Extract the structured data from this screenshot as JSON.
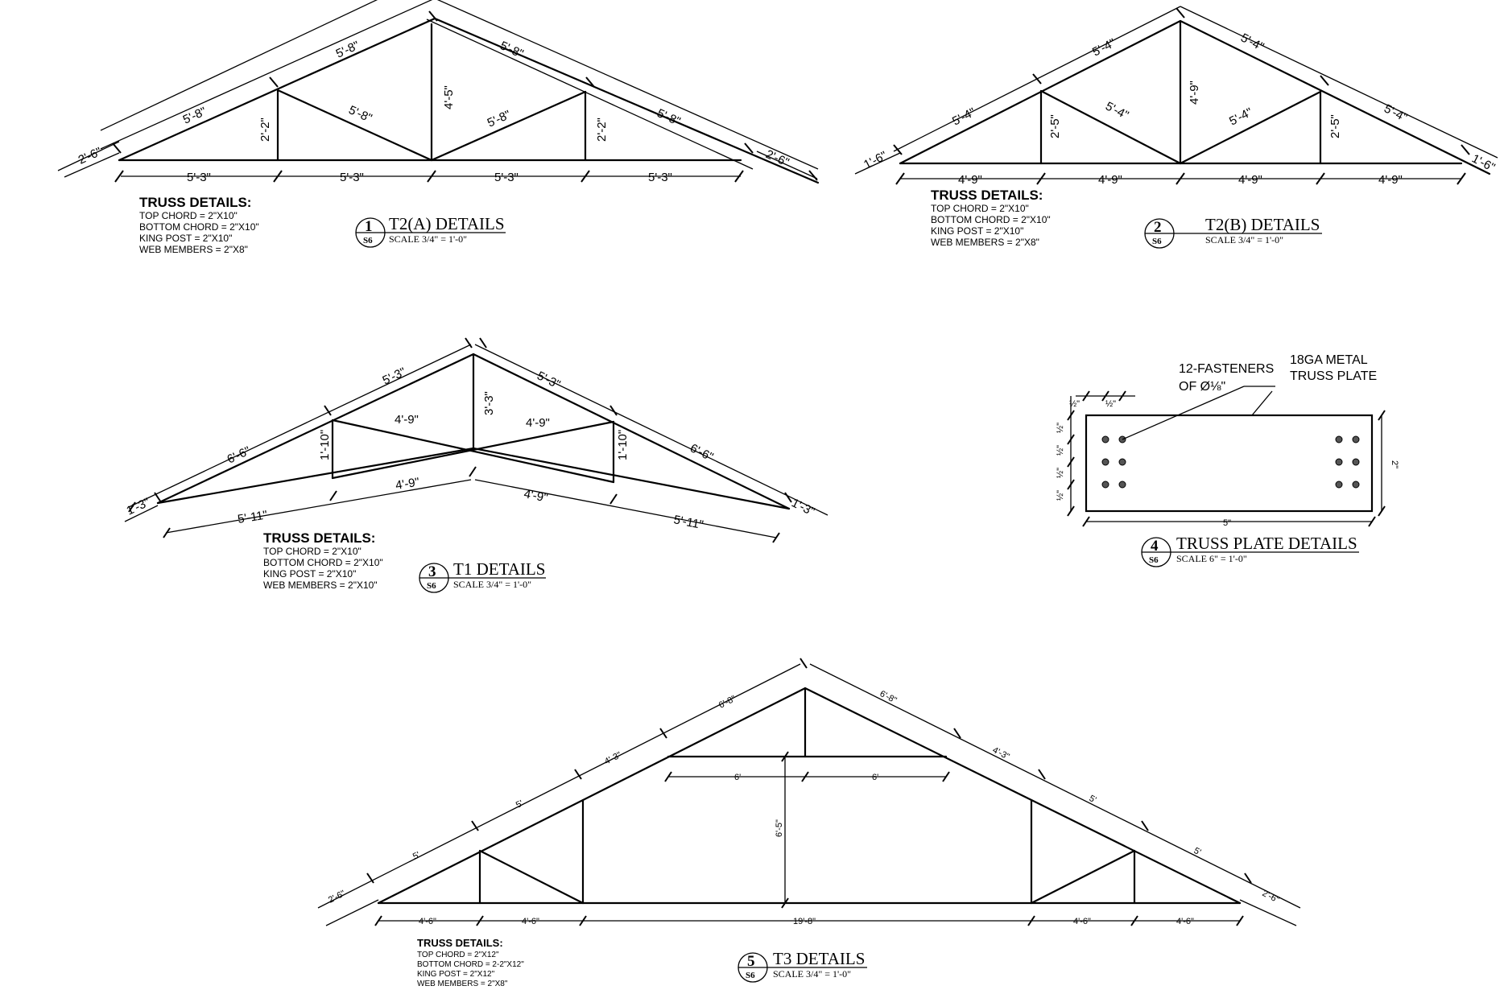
{
  "details": [
    {
      "id": "t2a",
      "number": "1",
      "sheet": "S6",
      "title": "T2(A) DETAILS",
      "scale": "SCALE 3/4\" = 1'-0\"",
      "dims": {
        "left_tail": "2'-6\"",
        "right_tail": "2'-6\"",
        "top_l1": "5'-8\"",
        "top_l2": "5'-8\"",
        "top_r1": "5'-8\"",
        "top_r2": "5'-8\"",
        "web_l": "5'-8\"",
        "web_r": "5'-8\"",
        "post_l": "2'-2\"",
        "post_r": "2'-2\"",
        "king": "4'-5\"",
        "bot1": "5'-3\"",
        "bot2": "5'-3\"",
        "bot3": "5'-3\"",
        "bot4": "5'-3\""
      },
      "notes": {
        "heading": "TRUSS DETAILS:",
        "lines": [
          "TOP CHORD = 2\"X10\"",
          "BOTTOM CHORD = 2\"X10\"",
          "KING POST = 2\"X10\"",
          "WEB MEMBERS = 2\"X8\""
        ]
      }
    },
    {
      "id": "t2b",
      "number": "2",
      "sheet": "S6",
      "title": "T2(B) DETAILS",
      "scale": "SCALE 3/4\" = 1'-0\"",
      "dims": {
        "left_tail": "1'-6\"",
        "right_tail": "1'-6\"",
        "top_l1": "5'-4\"",
        "top_l2": "5'-4\"",
        "top_r1": "5'-4\"",
        "top_r2": "5'-4\"",
        "web_l": "5'-4\"",
        "web_r": "5'-4\"",
        "post_l": "2'-5\"",
        "post_r": "2'-5\"",
        "king": "4'-9\"",
        "bot1": "4'-9\"",
        "bot2": "4'-9\"",
        "bot3": "4'-9\"",
        "bot4": "4'-9\""
      },
      "notes": {
        "heading": "TRUSS DETAILS:",
        "lines": [
          "TOP CHORD = 2\"X10\"",
          "BOTTOM CHORD = 2\"X10\"",
          "KING POST = 2\"X10\"",
          "WEB MEMBERS = 2\"X8\""
        ]
      }
    },
    {
      "id": "t1",
      "number": "3",
      "sheet": "S6",
      "title": "T1 DETAILS",
      "scale": "SCALE 3/4\" = 1'-0\"",
      "dims": {
        "left_tail": "1'-3\"",
        "right_tail": "1'-3\"",
        "top_l1": "6'-6\"",
        "top_l2": "5'-3\"",
        "top_r1": "5'-3\"",
        "top_r2": "6'-6\"",
        "web_l": "4'-9\"",
        "web_r": "4'-9\"",
        "post_l": "1'-10\"",
        "post_r": "1'-10\"",
        "king": "3'-3\"",
        "bot1": "5'-11\"",
        "bot2": "4'-9\"",
        "bot3": "4'-9\"",
        "bot4": "5'-11\""
      },
      "notes": {
        "heading": "TRUSS DETAILS:",
        "lines": [
          "TOP CHORD = 2\"X10\"",
          "BOTTOM CHORD = 2\"X10\"",
          "KING POST = 2\"X10\"",
          "WEB MEMBERS = 2\"X10\""
        ]
      }
    },
    {
      "id": "plate",
      "number": "4",
      "sheet": "S6",
      "title": "TRUSS PLATE DETAILS",
      "scale": "SCALE 6\" = 1'-0\"",
      "labels": {
        "fasteners_1": "12-FASTENERS",
        "fasteners_2": "OF Ø⅛\"",
        "plate_1": "18GA METAL",
        "plate_2": "TRUSS PLATE"
      },
      "dims": {
        "width": "5\"",
        "height": "2\"",
        "half": "½\""
      }
    },
    {
      "id": "t3",
      "number": "5",
      "sheet": "S6",
      "title": "T3 DETAILS",
      "scale": "SCALE 3/4\" = 1'-0\"",
      "dims": {
        "left_tail": "2'-6\"",
        "right_tail": "2'-6\"",
        "top_l1": "5'",
        "top_l2": "5'",
        "top_l3": "4'-3\"",
        "top_l4": "6'-8\"",
        "top_r1": "6'-8\"",
        "top_r2": "4'-3\"",
        "top_r3": "5'",
        "top_r4": "5'",
        "ceil_l": "6'",
        "ceil_r": "6'",
        "height": "6'-5\"",
        "bot1": "4'-6\"",
        "bot2": "4'-6\"",
        "bot3": "19'-8\"",
        "bot4": "4'-6\"",
        "bot5": "4'-6\""
      },
      "notes": {
        "heading": "TRUSS DETAILS:",
        "lines": [
          "TOP CHORD = 2\"X12\"",
          "BOTTOM CHORD = 2-2\"X12\"",
          "KING POST = 2\"X12\"",
          "WEB MEMBERS = 2\"X8\""
        ]
      }
    }
  ]
}
